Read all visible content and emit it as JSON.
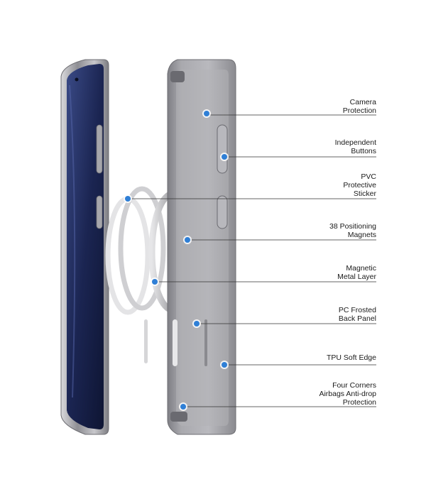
{
  "callouts": [
    {
      "id": "camera-protection",
      "text": "Camera\nProtection"
    },
    {
      "id": "independent-buttons",
      "text": "Independent\nButtons"
    },
    {
      "id": "pvc-protective-sticker",
      "text": "PVC\nProtective\nSticker"
    },
    {
      "id": "positioning-magnets",
      "text": "38 Positioning\nMagnets"
    },
    {
      "id": "magnetic-metal-layer",
      "text": "Magnetic\nMetal Layer"
    },
    {
      "id": "pc-frosted-back-panel",
      "text": "PC Frosted\nBack Panel"
    },
    {
      "id": "tpu-soft-edge",
      "text": "TPU Soft Edge"
    },
    {
      "id": "four-corners-airbags",
      "text": "Four Corners\nAirbags Anti-drop\nProtection"
    }
  ],
  "colors": {
    "marker": "#2f7fd6",
    "leader_line": "#333333",
    "screen": "#1d2a55",
    "frame": "#8c8c90",
    "case": "#9a9aa0"
  }
}
